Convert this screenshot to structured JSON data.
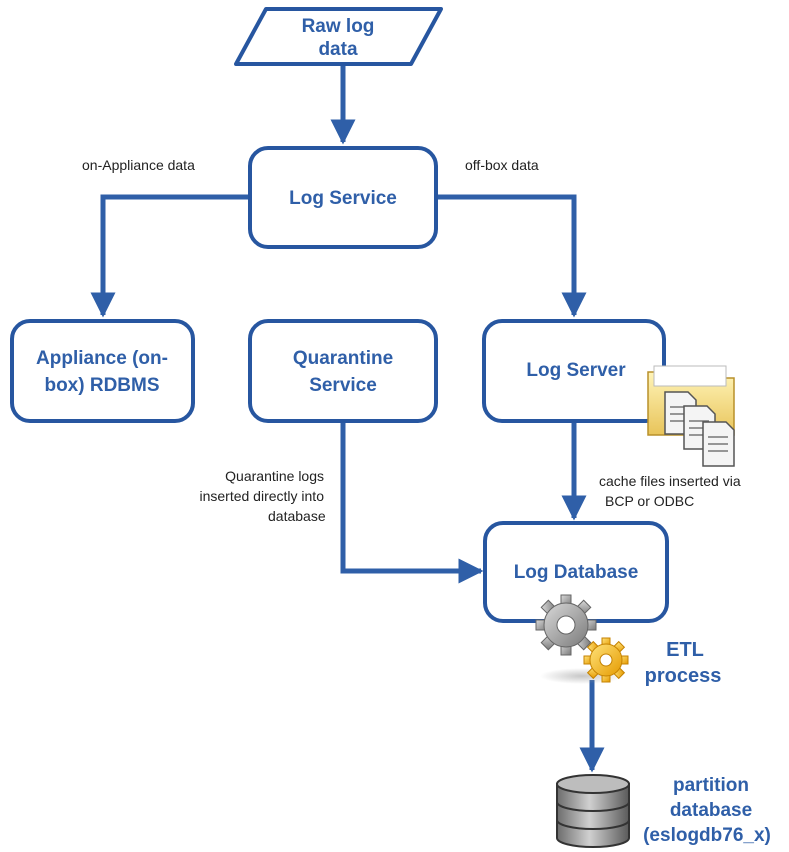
{
  "nodes": {
    "raw_log": {
      "line1": "Raw log",
      "line2": "data"
    },
    "log_service": {
      "label": "Log Service"
    },
    "appliance": {
      "line1": "Appliance (on-",
      "line2": "box) RDBMS"
    },
    "quarantine": {
      "line1": "Quarantine",
      "line2": "Service"
    },
    "log_server": {
      "label": "Log Server"
    },
    "log_database": {
      "label": "Log Database"
    },
    "partition_db": {
      "line1": "partition",
      "line2": "database",
      "line3": "(eslogdb76_x)"
    }
  },
  "edge_labels": {
    "on_appliance": "on-Appliance data",
    "off_box": "off-box data",
    "quarantine_insert": [
      "Quarantine logs",
      "inserted directly into",
      "database"
    ],
    "cache_files": [
      "cache files inserted via",
      "BCP or ODBC"
    ]
  },
  "etl": {
    "line1": "ETL",
    "line2": "process"
  },
  "colors": {
    "border": "#2756a0",
    "text": "#2f5fa8",
    "arrow": "#2f5fa8"
  },
  "icons": [
    "folder-files-icon",
    "gears-icon",
    "database-cylinder-icon"
  ]
}
